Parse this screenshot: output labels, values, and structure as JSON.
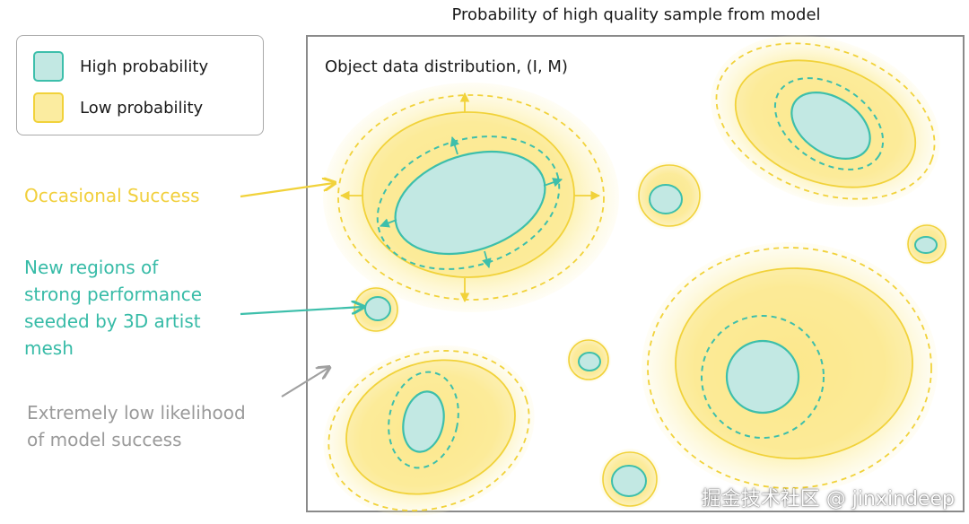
{
  "title": "Probability of high quality sample from model",
  "box_label": "Object data distribution, (I, M)",
  "legend": {
    "high": "High probability",
    "low": "Low probability"
  },
  "annotations": {
    "occasional": [
      "Occasional Success"
    ],
    "new_regions": [
      "New regions of",
      "strong performance",
      "seeded by 3D artist",
      "mesh"
    ],
    "extremely_low": [
      "Extremely low likelihood",
      "of model success"
    ]
  },
  "watermark": "掘金技术社区 @ jinxindeep",
  "colors": {
    "teal_fill": "#c2e8e3",
    "teal_stroke": "#3dbfab",
    "yellow_fill": "#fbeca0",
    "yellow_stroke": "#f1d23a",
    "gray": "#a0a0a0",
    "box_border": "#8a8a8a"
  }
}
